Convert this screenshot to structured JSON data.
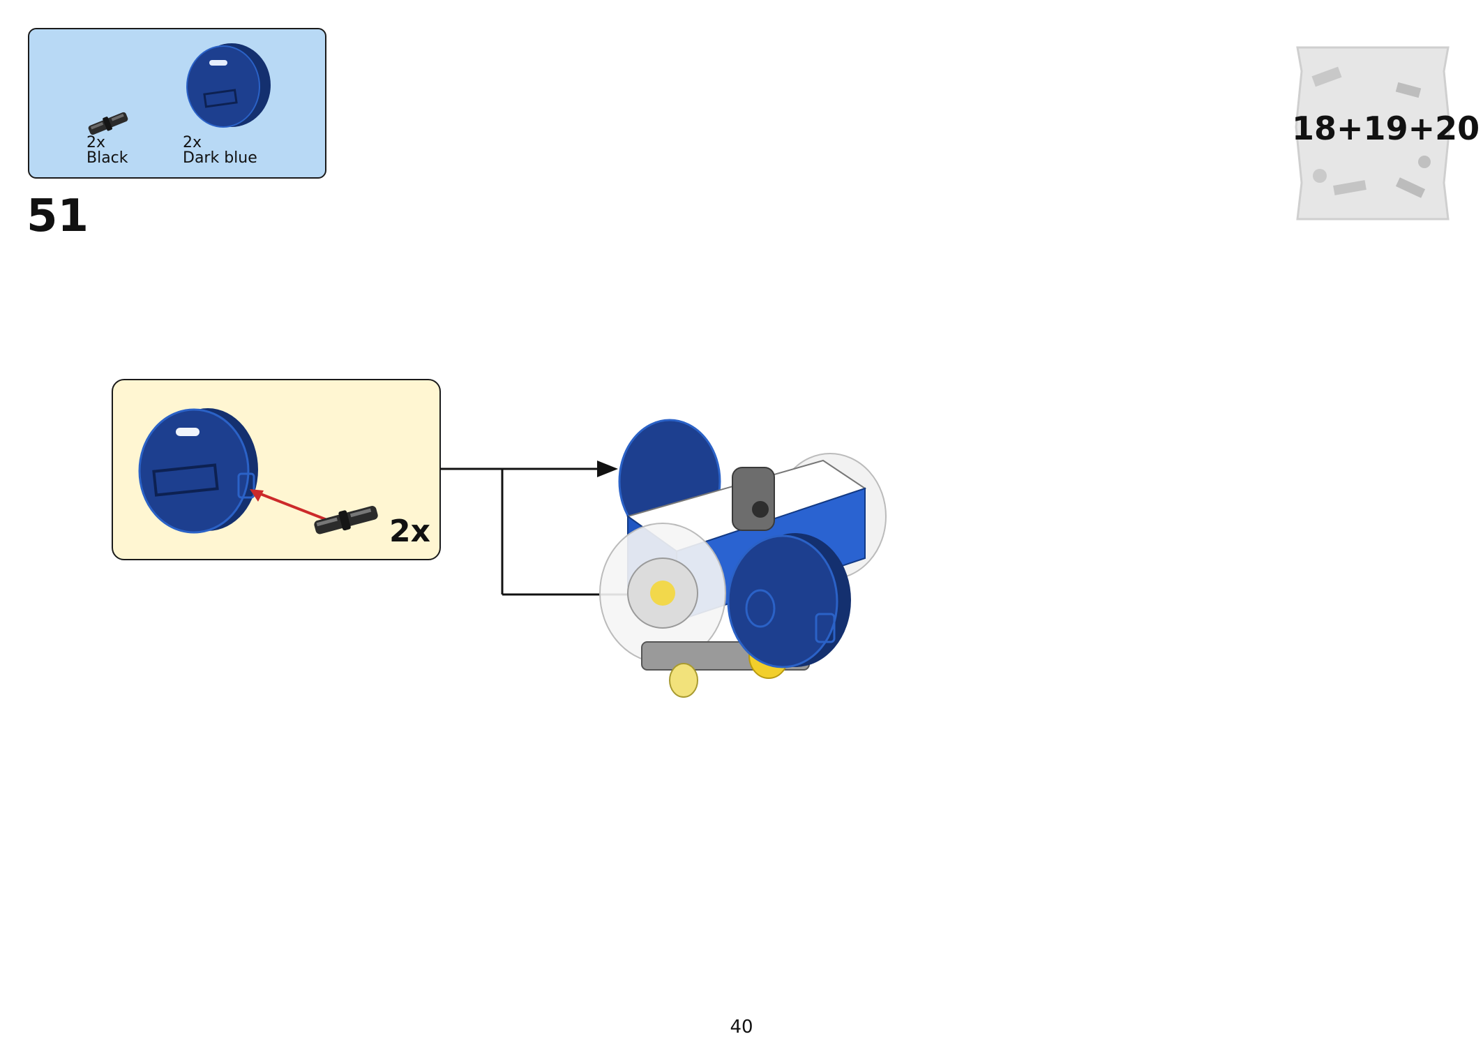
{
  "parts_list": {
    "items": [
      {
        "quantity": "2x",
        "color": "Black",
        "icon": "black-technic-pin-icon"
      },
      {
        "quantity": "2x",
        "color": "Dark blue",
        "icon": "dark-blue-wheel-icon"
      }
    ]
  },
  "step": {
    "number": "51"
  },
  "bag": {
    "label": "18+19+20",
    "icon": "parts-bag-icon"
  },
  "sub_assembly": {
    "multiplier": "2x"
  },
  "page": {
    "number": "40"
  },
  "colors": {
    "parts_box_bg": "#b8d9f5",
    "sub_box_bg": "#fff6d2",
    "dark_blue": "#1d3f8f",
    "red_arrow": "#cc2a2a"
  }
}
